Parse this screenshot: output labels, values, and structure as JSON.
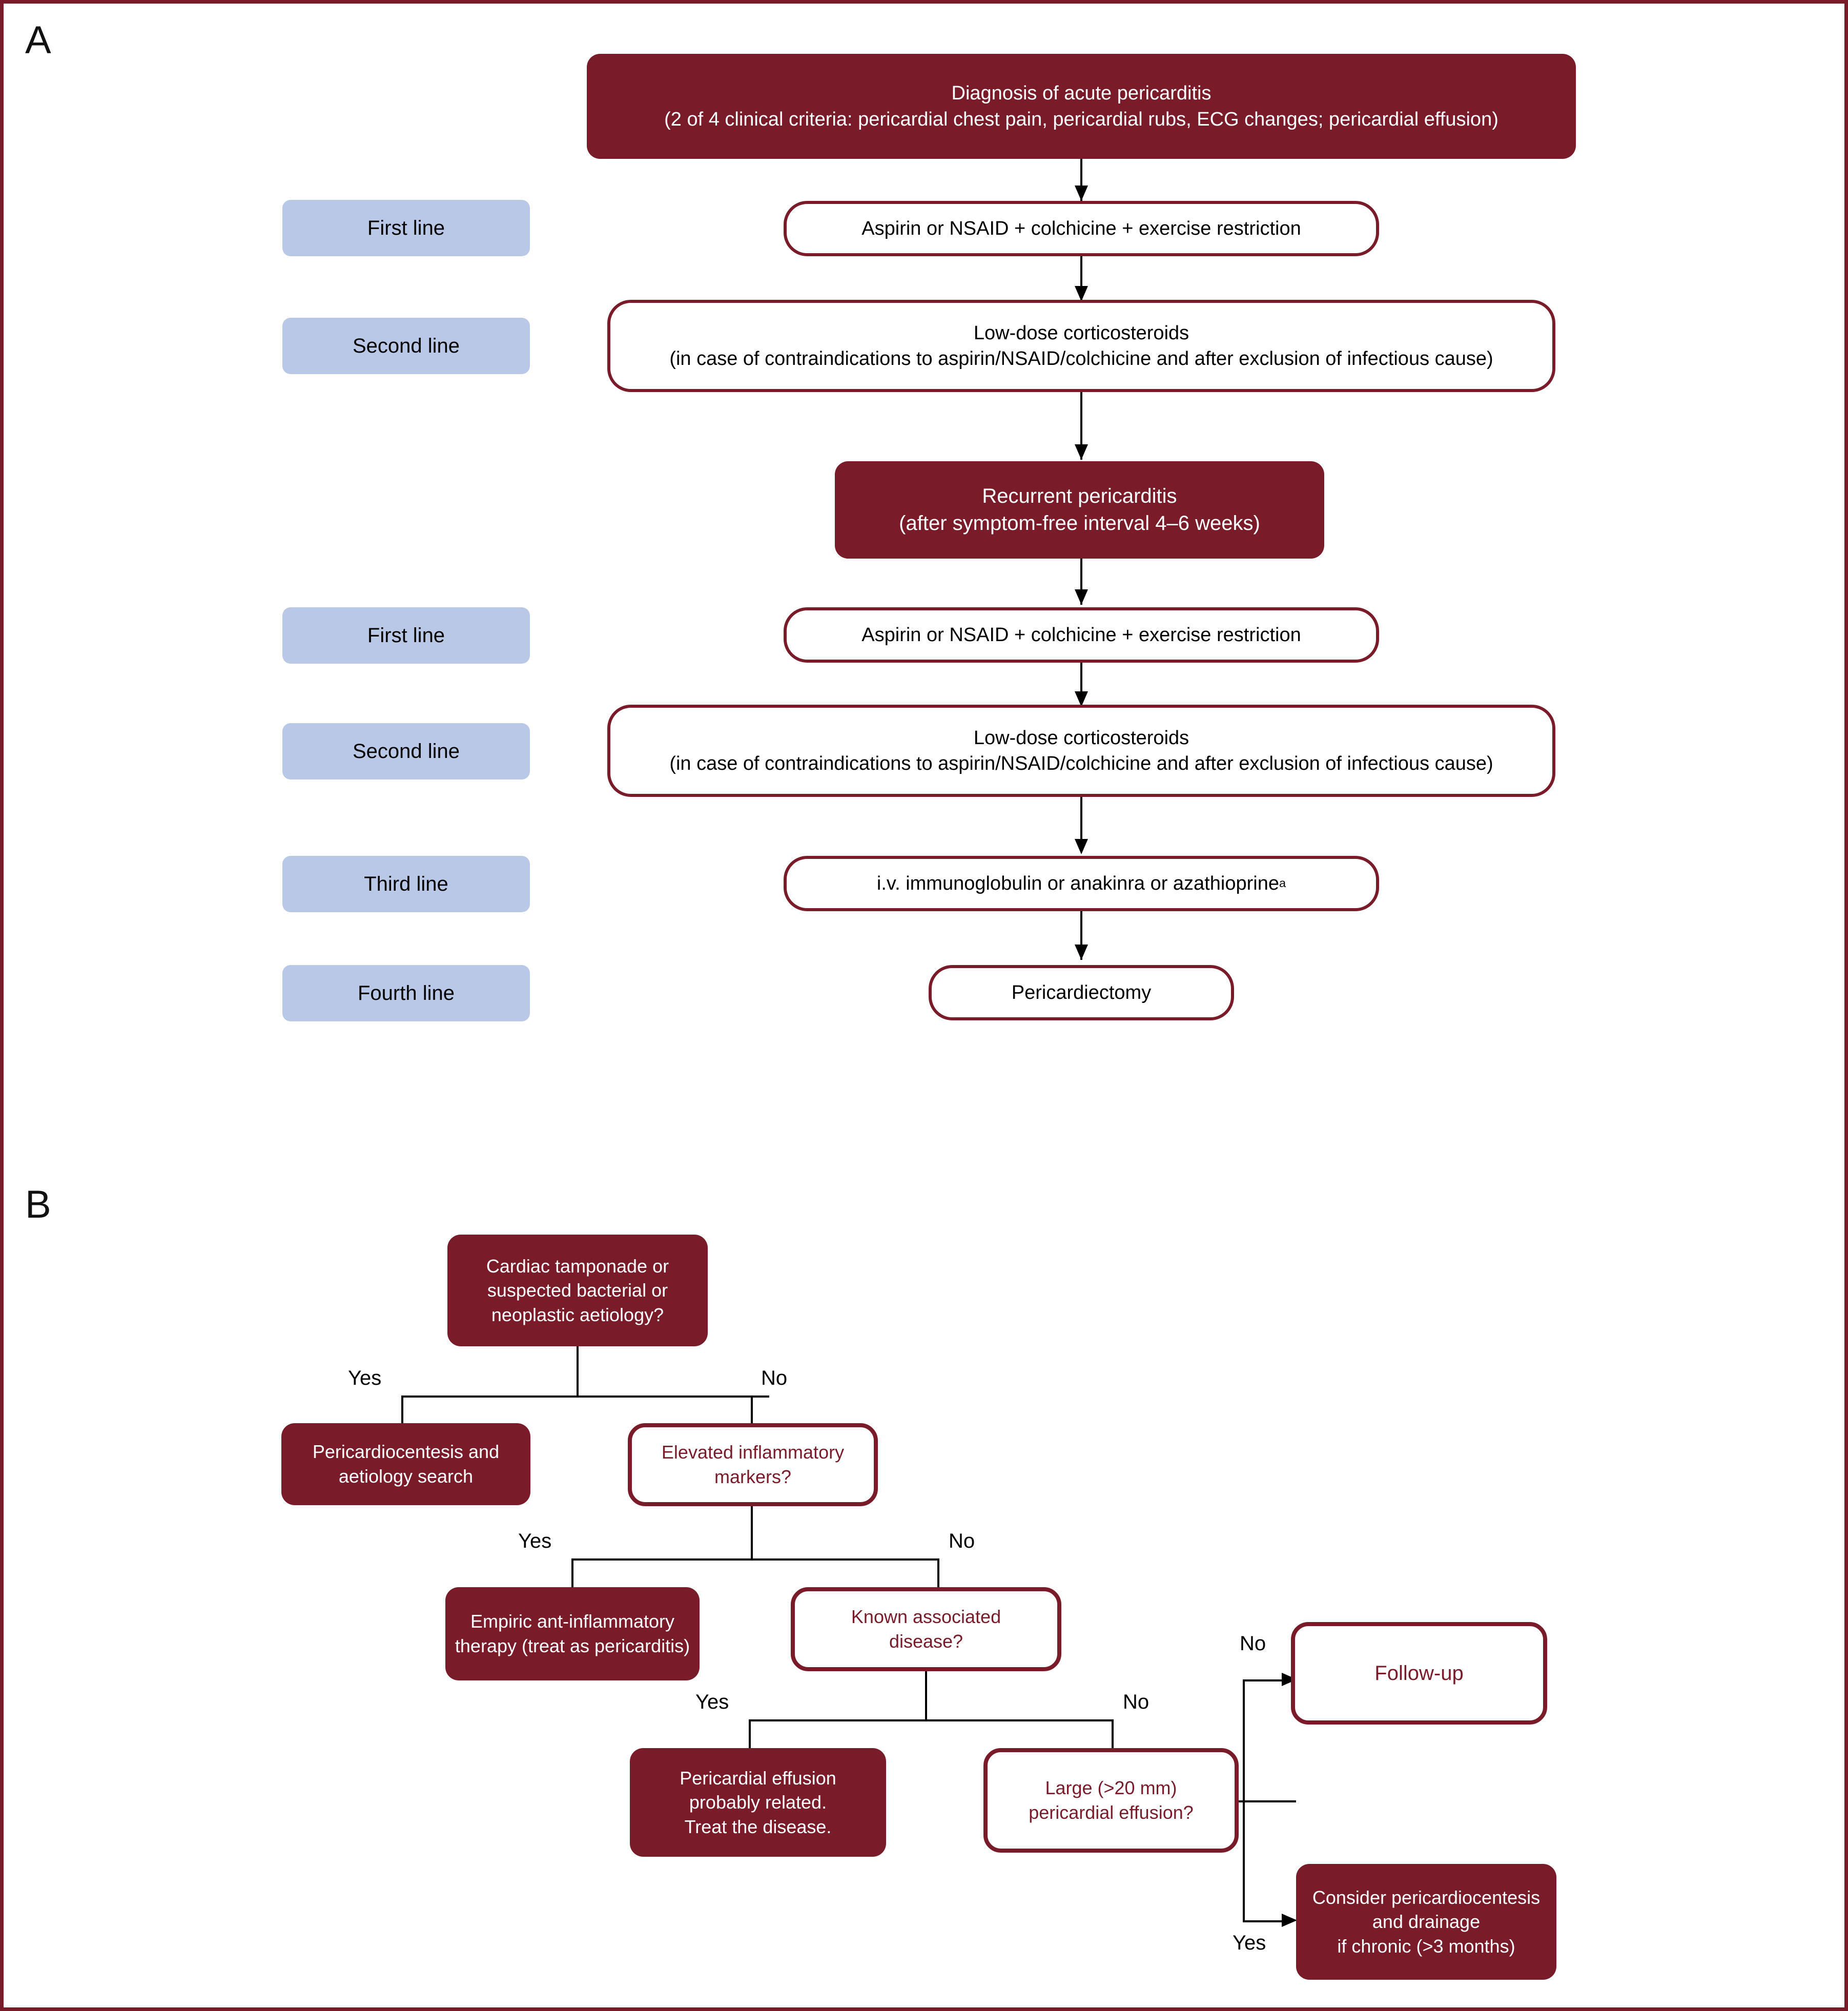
{
  "figure": {
    "panels": [
      {
        "letter": "A",
        "name": "acute-and-recurrent-pericarditis-treatment-algorithm"
      },
      {
        "letter": "B",
        "name": "pericardial-effusion-triage-algorithm"
      }
    ]
  },
  "panelA": {
    "letter": "A",
    "lineLabels": [
      {
        "id": "first-line-1",
        "label": "First line"
      },
      {
        "id": "second-line-1",
        "label": "Second line"
      },
      {
        "id": "first-line-2",
        "label": "First line"
      },
      {
        "id": "second-line-2",
        "label": "Second line"
      },
      {
        "id": "third-line",
        "label": "Third line"
      },
      {
        "id": "fourth-line",
        "label": "Fourth line"
      }
    ],
    "nodes": {
      "diagnosis": "Diagnosis of acute pericarditis\n(2 of 4 clinical criteria: pericardial chest pain, pericardial rubs, ECG changes; pericardial effusion)",
      "first_line_therapy_1": "Aspirin or NSAID + colchicine + exercise restriction",
      "second_line_therapy_1": "Low-dose corticosteroids\n(in case of contraindications to aspirin/NSAID/colchicine and after exclusion of infectious cause)",
      "recurrent": "Recurrent pericarditis\n(after symptom-free interval 4–6 weeks)",
      "first_line_therapy_2": "Aspirin or NSAID + colchicine + exercise restriction",
      "second_line_therapy_2": "Low-dose corticosteroids\n(in case of contraindications to aspirin/NSAID/colchicine and after exclusion of infectious cause)",
      "third_line_therapy_main": "i.v. immunoglobulin or anakinra or azathioprine",
      "third_line_therapy_superscript": "a",
      "fourth_line_therapy": "Pericardiectomy"
    }
  },
  "panelB": {
    "letter": "B",
    "nodes": {
      "tamponade_question": "Cardiac tamponade or\nsuspected bacterial or\nneoplastic aetiology?",
      "pericardiocentesis_search": "Pericardiocentesis and\naetiology search",
      "inflammatory_markers_question": "Elevated inflammatory\nmarkers?",
      "empiric_therapy": "Empiric ant-inflammatory\ntherapy (treat as pericarditis)",
      "known_disease_question": "Known associated\ndisease?",
      "effusion_related": "Pericardial effusion\nprobably related.\nTreat the disease.",
      "large_effusion_question": "Large (>20 mm)\npericardial effusion?",
      "follow_up": "Follow-up",
      "consider_drainage": "Consider pericardiocentesis\nand drainage\nif chronic (>3 months)"
    },
    "edgeLabels": {
      "tamponade_yes": "Yes",
      "tamponade_no": "No",
      "markers_yes": "Yes",
      "markers_no": "No",
      "known_disease_yes": "Yes",
      "known_disease_no": "No",
      "large_effusion_no": "No",
      "large_effusion_yes": "Yes"
    }
  },
  "colors": {
    "dark_red": "#7A1B2A",
    "light_blue": "#BAC8E8",
    "white": "#FFFFFF",
    "black": "#000000"
  }
}
